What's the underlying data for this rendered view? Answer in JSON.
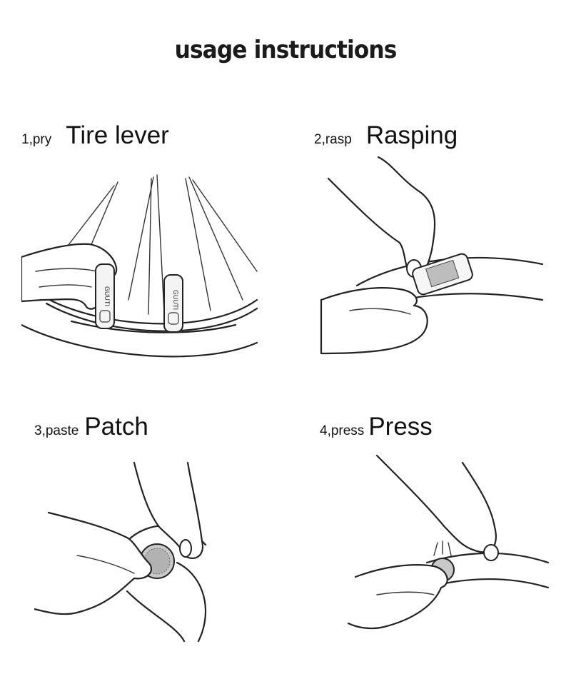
{
  "title": "usage instructions",
  "steps": [
    {
      "number": "1,pry",
      "name": "Tire lever",
      "tool_text": "GUUTI"
    },
    {
      "number": "2,rasp",
      "name": "Rasping"
    },
    {
      "number": "3,paste",
      "name": "Patch"
    },
    {
      "number": "4,press",
      "name": "Press"
    }
  ]
}
